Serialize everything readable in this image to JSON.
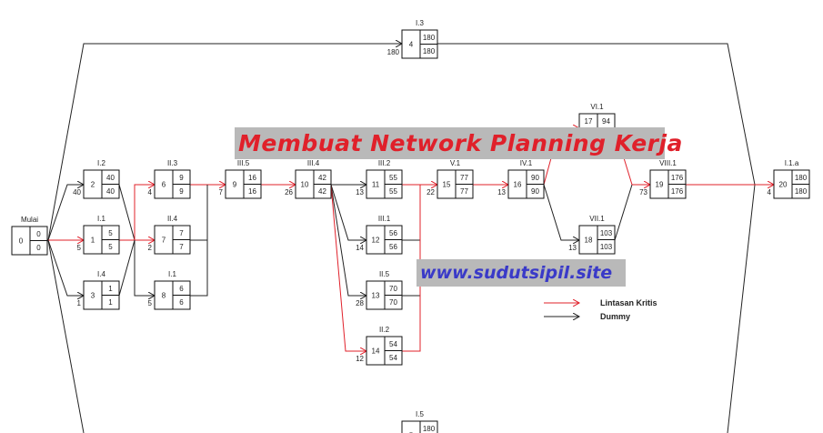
{
  "title": "Membuat Network Planning Kerja",
  "watermark": "www.sudutsipil.site",
  "colors": {
    "critical": "#e0202a",
    "dummy": "#222222",
    "banner_bg": "#b9b9b9",
    "url_text": "#3a3ac8"
  },
  "legend": [
    {
      "label": "Lintasan Kritis",
      "color": "#e0202a"
    },
    {
      "label": "Dummy",
      "color": "#222222"
    }
  ],
  "nodes": [
    {
      "id": "0",
      "label": "Mulai",
      "es": "0",
      "lf": "0"
    },
    {
      "id": "1",
      "label": "I.1",
      "es": "5",
      "lf": "5"
    },
    {
      "id": "2",
      "label": "I.2",
      "es": "40",
      "lf": "40"
    },
    {
      "id": "3",
      "label": "I.4",
      "es": "1",
      "lf": "1"
    },
    {
      "id": "4",
      "label": "I.3",
      "es": "180",
      "lf": "180"
    },
    {
      "id": "5",
      "label": "I.5",
      "es": "180",
      "lf": ""
    },
    {
      "id": "6",
      "label": "II.3",
      "es": "9",
      "lf": "9"
    },
    {
      "id": "7",
      "label": "II.4",
      "es": "7",
      "lf": "7"
    },
    {
      "id": "8",
      "label": "I.1",
      "es": "6",
      "lf": "6"
    },
    {
      "id": "9",
      "label": "III.5",
      "es": "16",
      "lf": "16"
    },
    {
      "id": "10",
      "label": "III.4",
      "es": "42",
      "lf": "42"
    },
    {
      "id": "11",
      "label": "III.2",
      "es": "55",
      "lf": "55"
    },
    {
      "id": "12",
      "label": "III.1",
      "es": "56",
      "lf": "56"
    },
    {
      "id": "13",
      "label": "II.5",
      "es": "70",
      "lf": "70"
    },
    {
      "id": "14",
      "label": "II.2",
      "es": "54",
      "lf": "54"
    },
    {
      "id": "15",
      "label": "V.1",
      "es": "77",
      "lf": "77"
    },
    {
      "id": "16",
      "label": "IV.1",
      "es": "90",
      "lf": "90"
    },
    {
      "id": "17",
      "label": "VI.1",
      "es": "94",
      "lf": ""
    },
    {
      "id": "18",
      "label": "VII.1",
      "es": "103",
      "lf": "103"
    },
    {
      "id": "19",
      "label": "VIII.1",
      "es": "176",
      "lf": "176"
    },
    {
      "id": "20",
      "label": "I.1.a",
      "es": "180",
      "lf": "180"
    }
  ],
  "durations": [
    {
      "to": "2",
      "value": "40",
      "critical": false
    },
    {
      "to": "1",
      "value": "5",
      "critical": true
    },
    {
      "to": "3",
      "value": "1",
      "critical": false
    },
    {
      "to": "4",
      "value": "180",
      "critical": false
    },
    {
      "to": "6",
      "value": "4",
      "critical": true
    },
    {
      "to": "7",
      "value": "2",
      "critical": true
    },
    {
      "to": "8",
      "value": "5",
      "critical": false
    },
    {
      "to": "9",
      "value": "7",
      "critical": true
    },
    {
      "to": "10",
      "value": "26",
      "critical": true
    },
    {
      "to": "11",
      "value": "13",
      "critical": false
    },
    {
      "to": "12",
      "value": "14",
      "critical": false
    },
    {
      "to": "13",
      "value": "28",
      "critical": false
    },
    {
      "to": "14",
      "value": "12",
      "critical": true
    },
    {
      "to": "15",
      "value": "22",
      "critical": true
    },
    {
      "to": "16",
      "value": "13",
      "critical": true
    },
    {
      "to": "18",
      "value": "13",
      "critical": false
    },
    {
      "to": "19",
      "value": "73",
      "critical": true
    },
    {
      "to": "20",
      "value": "4",
      "critical": true
    }
  ]
}
